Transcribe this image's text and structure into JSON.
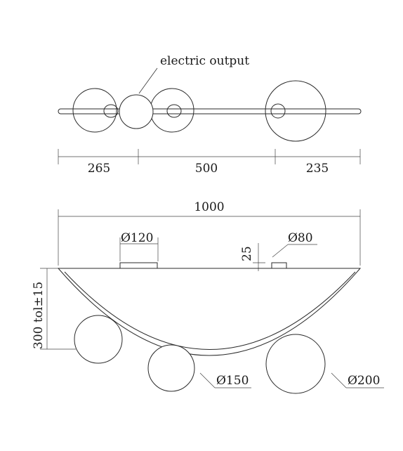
{
  "callouts": {
    "electric_output": "electric output"
  },
  "top_view_dims": {
    "seg1": "265",
    "seg2": "500",
    "seg3": "235"
  },
  "front_view_dims": {
    "overall_width": "1000",
    "canopy_left_diameter": "Ø120",
    "canopy_right_diameter": "Ø80",
    "canopy_height": "25",
    "total_height": "300 tol±15",
    "globe_small_diameter": "Ø150",
    "globe_large_diameter": "Ø200"
  }
}
